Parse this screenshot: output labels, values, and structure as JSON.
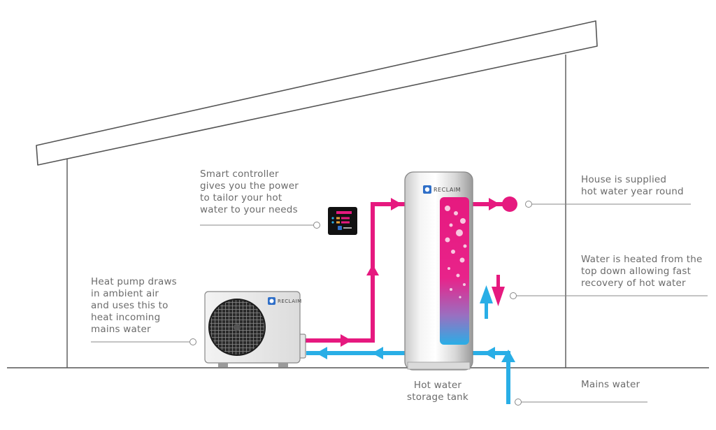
{
  "colors": {
    "hot": "#e6197f",
    "cold": "#29aee6",
    "outline": "#555555",
    "label_text": "#6b6b6b"
  },
  "brand": {
    "name": "RECLAIM",
    "icon": "reclaim-logo-icon"
  },
  "labels": {
    "smart_controller": [
      "Smart controller",
      "gives you the power",
      "to tailor your hot",
      "water to your needs"
    ],
    "heat_pump": [
      "Heat pump draws",
      "in ambient air",
      "and uses this to",
      "heat incoming",
      "mains water"
    ],
    "house_supplied": [
      "House is supplied",
      "hot water year round"
    ],
    "water_heated": [
      "Water is heated from the",
      "top down allowing fast",
      "recovery of hot water"
    ],
    "tank": [
      "Hot water",
      "storage tank"
    ],
    "mains": [
      "Mains water"
    ]
  }
}
